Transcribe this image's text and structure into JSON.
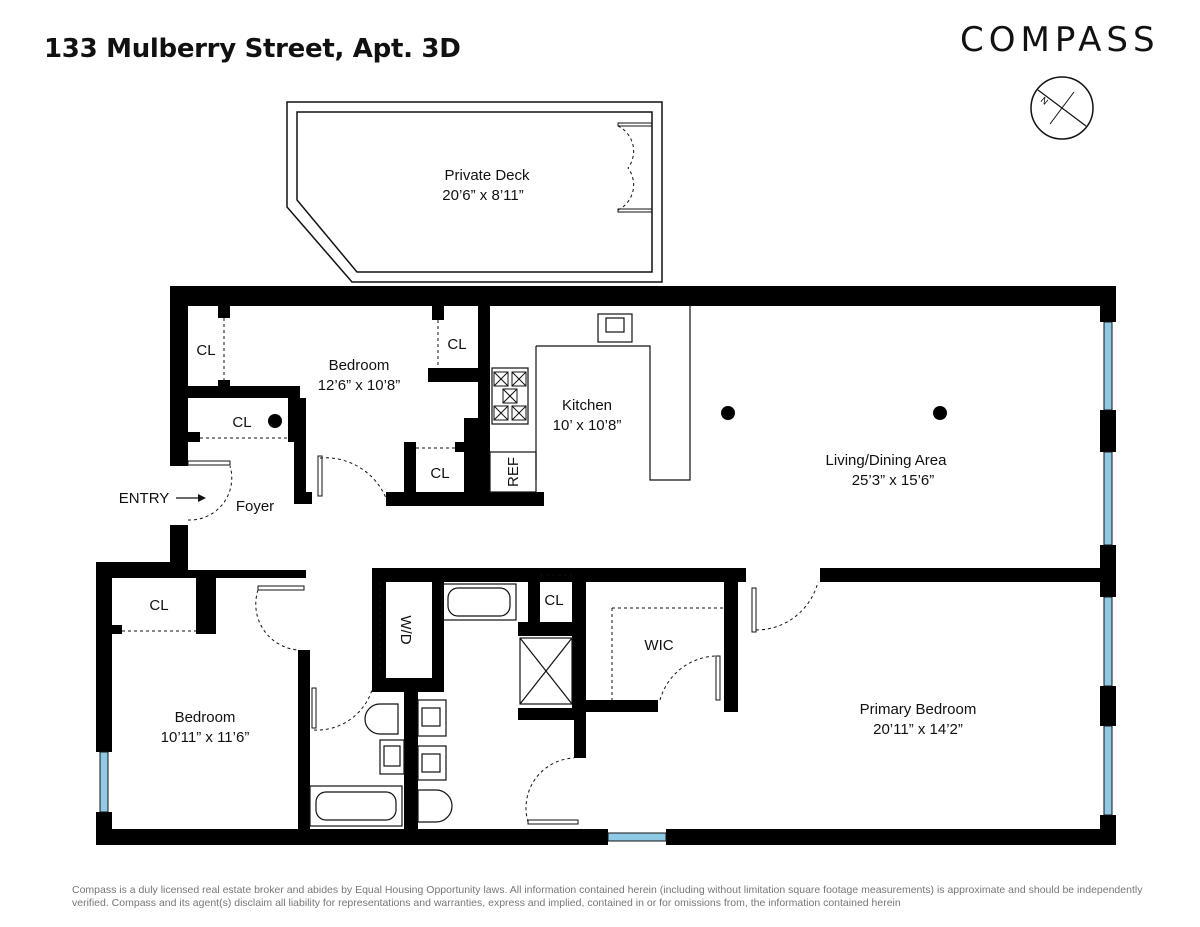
{
  "header": {
    "address": "133 Mulberry Street, Apt. 3D",
    "brand": "COMPASS"
  },
  "compass_rose": {
    "north_label": "N"
  },
  "rooms": {
    "deck": {
      "name": "Private Deck",
      "dims": "20’6” x 8’11”"
    },
    "bedroom_top": {
      "name": "Bedroom",
      "dims": "12’6” x 10’8”"
    },
    "kitchen": {
      "name": "Kitchen",
      "dims": "10’ x 10’8”"
    },
    "living": {
      "name": "Living/Dining Area",
      "dims": "25’3” x 15’6”"
    },
    "bedroom_left": {
      "name": "Bedroom",
      "dims": "10’11” x 11’6”"
    },
    "primary": {
      "name": "Primary Bedroom",
      "dims": "20’11” x 14’2”"
    }
  },
  "labels": {
    "entry": "ENTRY",
    "foyer": "Foyer",
    "cl": "CL",
    "wic": "WIC",
    "wd": "W/D",
    "ref": "REF"
  },
  "colors": {
    "wall": "#000000",
    "window": "#8ecae6"
  },
  "footer": {
    "disclaimer": "Compass is a duly licensed real estate broker and abides by Equal Housing Opportunity laws. All information contained herein (including without limitation square footage measurements) is approximate and should be independently verified. Compass and its agent(s) disclaim all liability for representations and warranties, express and implied, contained in or for omissions from, the information contained herein"
  }
}
